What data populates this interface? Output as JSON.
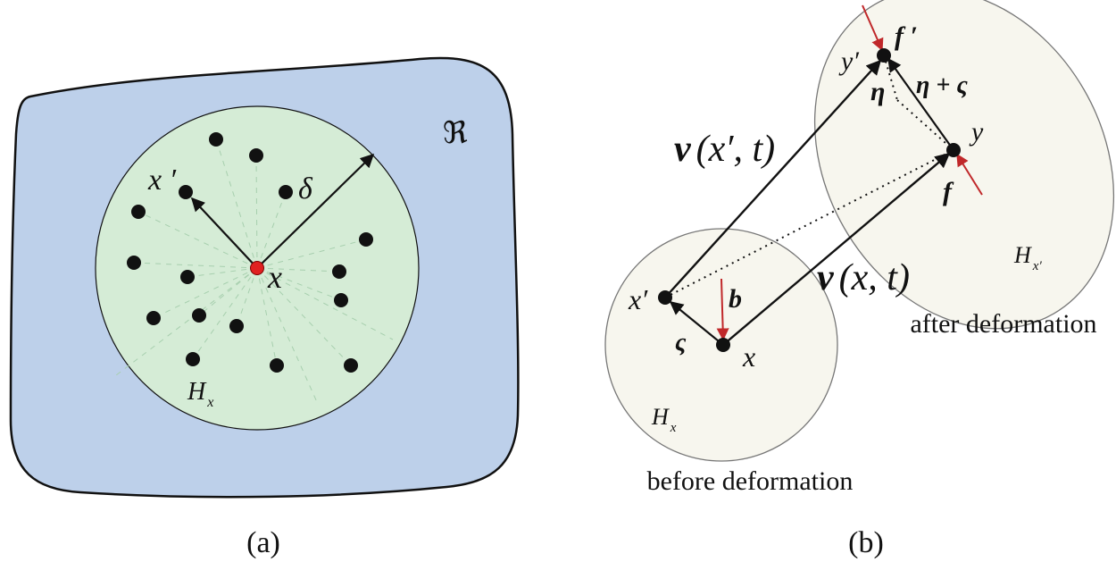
{
  "colors": {
    "region_fill": "#bdd0ea",
    "horizon_fill": "#d5ecd6",
    "ellipse_fill": "#f7f6ee",
    "ink": "#111111",
    "force": "#c0282a"
  },
  "panel_a": {
    "caption": "(a)",
    "region_label": "ℜ",
    "x_label": "x",
    "xp_label": "x ′",
    "delta_label": "δ",
    "horizon_label_main": "H",
    "horizon_label_sub": "x"
  },
  "panel_b": {
    "caption": "(b)",
    "x_label": "x",
    "xp_label": "x′",
    "y_label": "y",
    "yp_label": "y′",
    "b_label": "b",
    "f_label": "f",
    "fp_label": "f ′",
    "eta_label": "η",
    "eta_zeta_label": "η + ς",
    "zeta_label": "ς",
    "v_x_bold": "v",
    "v_x_args": "(x, t)",
    "v_xp_bold": "v",
    "v_xp_args": "(x′, t)",
    "hx_main": "H",
    "hx_sub": "x",
    "hxp_main": "H",
    "hxp_sub": "x′",
    "before_label": "before deformation",
    "after_label": "after deformation"
  }
}
